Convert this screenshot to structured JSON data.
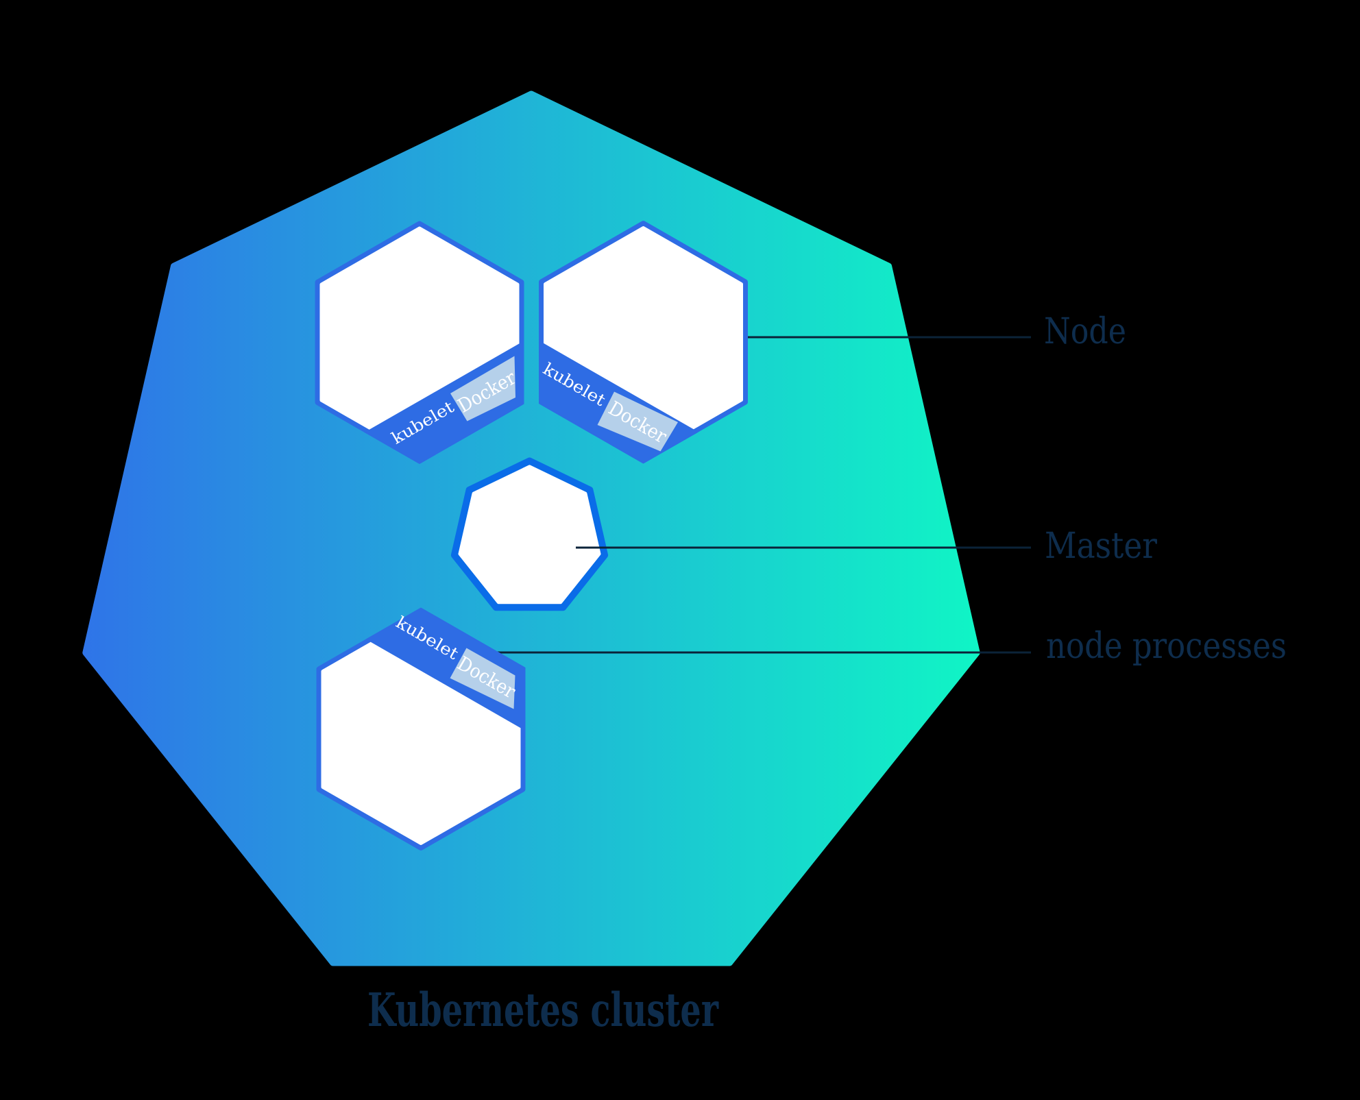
{
  "title": "Kubernetes cluster",
  "labels": {
    "node": "Node",
    "master": "Master",
    "node_processes": "node processes"
  },
  "node_badges": {
    "kubelet": "kubelet",
    "docker": "Docker"
  },
  "colors": {
    "background": "#000000",
    "gradient_left": "#2f74e8",
    "gradient_right": "#10f5c5",
    "node_border": "#2e6ce4",
    "docker_patch": "#b5d0ea",
    "master_border": "#0a6ce8",
    "shape_fill": "#ffffff",
    "label_text": "#0e2d4d",
    "connector_line": "#0b2339",
    "badge_text": "#ffffff"
  }
}
